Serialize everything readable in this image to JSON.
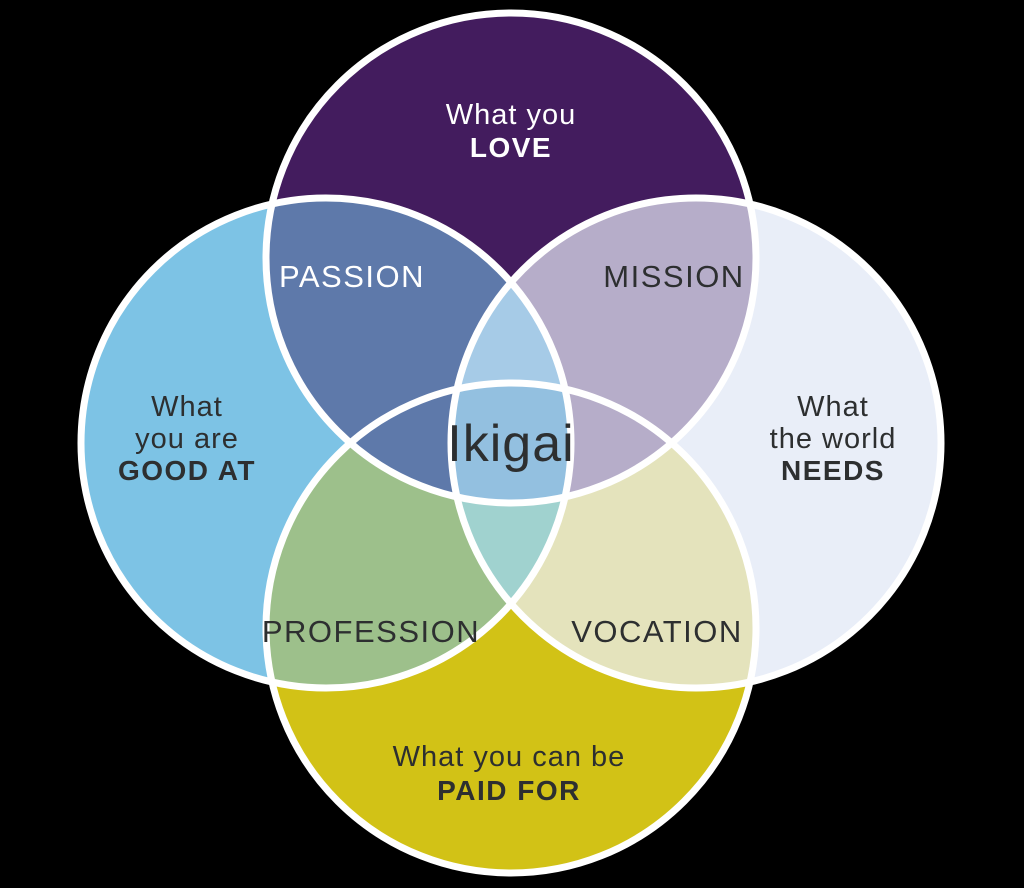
{
  "diagram": {
    "title": "Ikigai",
    "background_color": "#000000",
    "stroke_color": "#ffffff",
    "text_dark": "#2d2f30",
    "text_light": "#ffffff",
    "circles": {
      "love": {
        "color": "#431c5e",
        "line1": "What you",
        "line2": "LOVE"
      },
      "good_at": {
        "color": "#7dc3e5",
        "line1": "What",
        "line2": "you are",
        "line3": "GOOD AT"
      },
      "needs": {
        "color": "#e9eef8",
        "line1": "What",
        "line2": "the world",
        "line3": "NEEDS"
      },
      "paid_for": {
        "color": "#d2c216",
        "line1": "What you can be",
        "line2": "PAID FOR"
      }
    },
    "overlaps": {
      "passion": {
        "label": "PASSION",
        "color": "#5e79aa"
      },
      "mission": {
        "label": "MISSION",
        "color": "#b6adc9"
      },
      "profession": {
        "label": "PROFESSION",
        "color": "#9dc08b"
      },
      "vocation": {
        "label": "VOCATION",
        "color": "#e4e3bc"
      },
      "love_lens": {
        "color": "#a6cbe7"
      },
      "paid_lens": {
        "color": "#a0d2cf"
      },
      "center": {
        "label": "Ikigai",
        "color": "#93c0e0"
      }
    }
  }
}
